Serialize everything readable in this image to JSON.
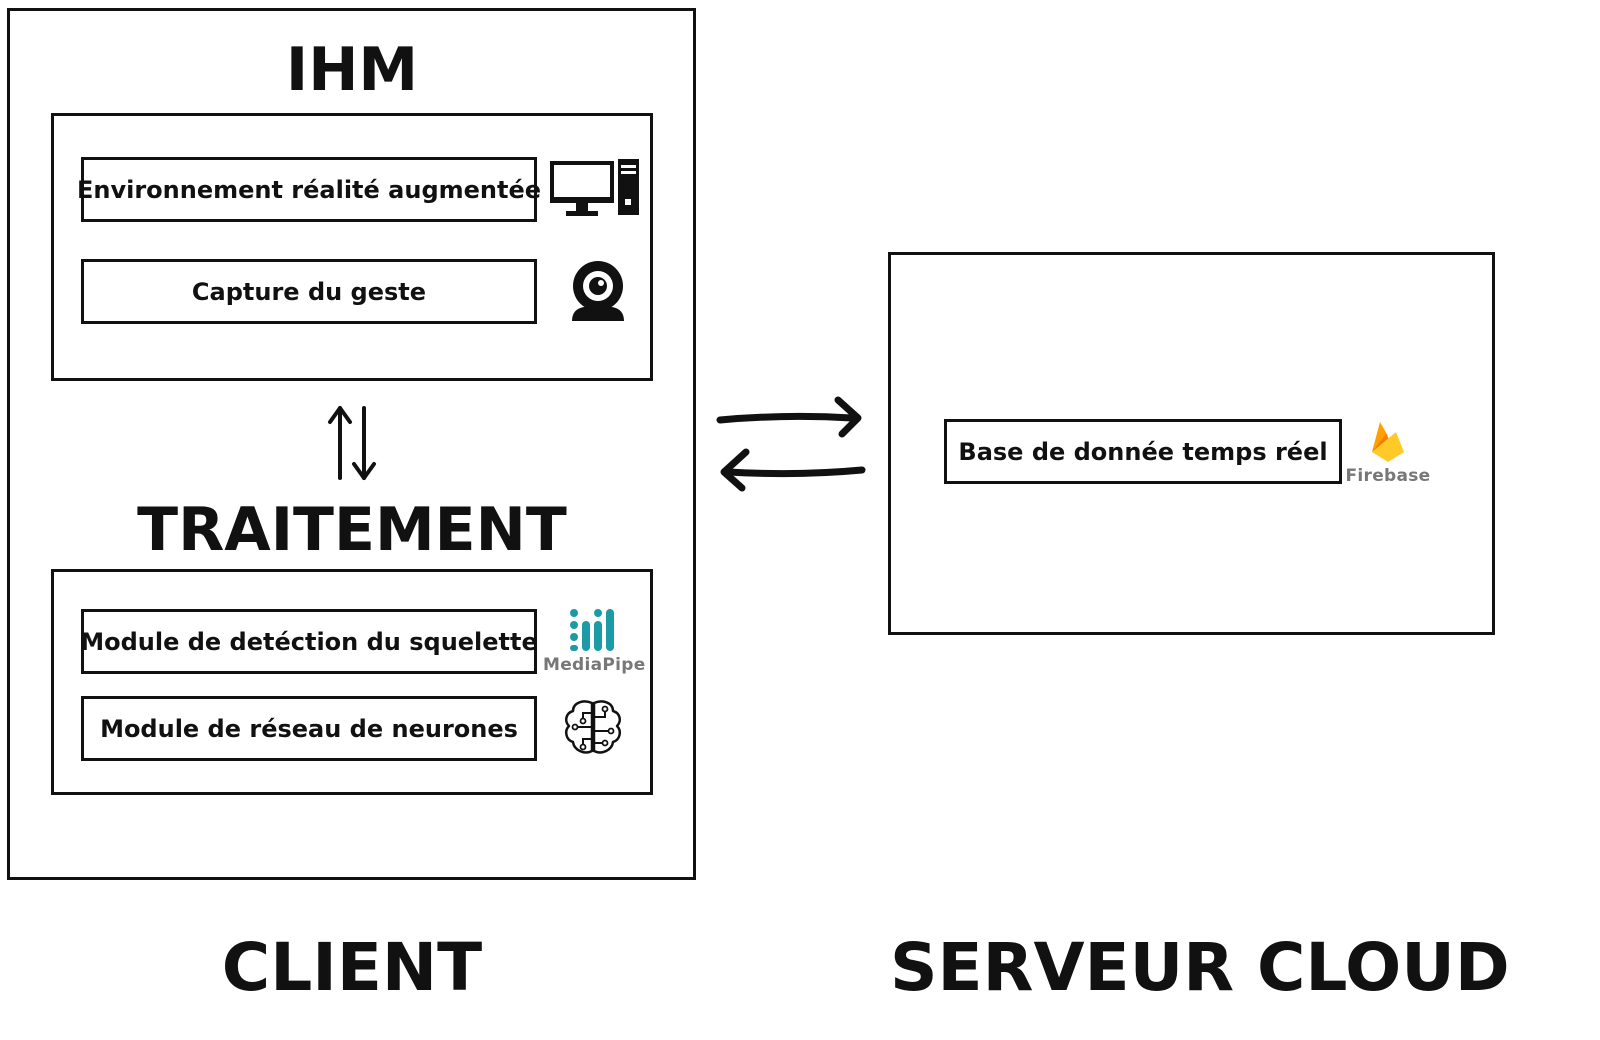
{
  "client": {
    "label": "CLIENT",
    "ihm": {
      "title": "IHM",
      "items": [
        {
          "label": "Environnement réalité augmentée",
          "icon": "desktop-computer-icon"
        },
        {
          "label": "Capture du geste",
          "icon": "webcam-icon"
        }
      ]
    },
    "traitement": {
      "title": "TRAITEMENT",
      "items": [
        {
          "label": "Module de detéction du squelette",
          "icon": "mediapipe-logo",
          "logo_text": "MediaPipe"
        },
        {
          "label": "Module de réseau de neurones",
          "icon": "brain-circuit-icon"
        }
      ]
    },
    "link_arrows": "bidirectional-vertical"
  },
  "server": {
    "label": "SERVEUR CLOUD",
    "items": [
      {
        "label": "Base de donnée temps réel",
        "icon": "firebase-logo",
        "logo_text": "Firebase"
      }
    ]
  },
  "exchange_arrows": "bidirectional-horizontal",
  "colors": {
    "stroke": "#111111",
    "mediapipe": "#1c9aa6",
    "firebase_yellow": "#ffca28",
    "firebase_orange": "#f57c00",
    "logo_gray": "#777777"
  }
}
